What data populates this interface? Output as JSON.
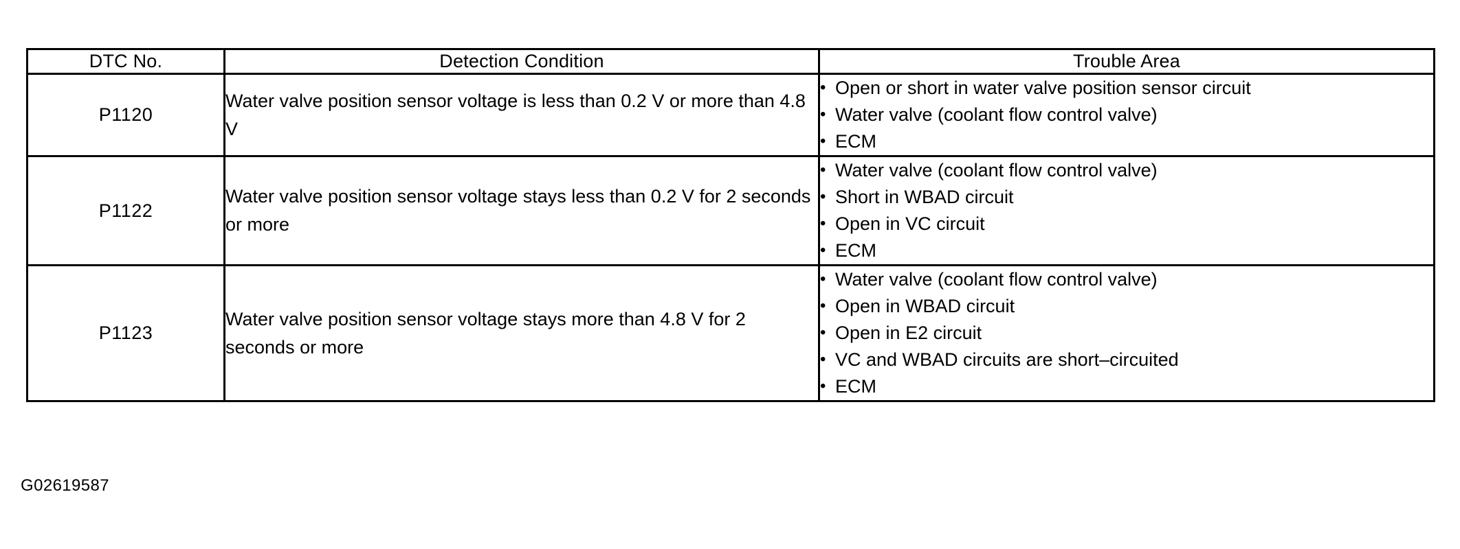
{
  "table": {
    "headers": {
      "dtc_no": "DTC No.",
      "detection_condition": "Detection Condition",
      "trouble_area": "Trouble Area"
    },
    "rows": [
      {
        "dtc_no": "P1120",
        "detection_condition": "Water valve position sensor voltage is less than 0.2 V or more than 4.8 V",
        "trouble_area": [
          "Open or short in water valve position sensor circuit",
          "Water valve (coolant flow control valve)",
          "ECM"
        ]
      },
      {
        "dtc_no": "P1122",
        "detection_condition": "Water valve position sensor voltage stays less than 0.2 V for 2 seconds or more",
        "trouble_area": [
          "Water valve (coolant flow control valve)",
          "Short in WBAD circuit",
          "Open in VC circuit",
          "ECM"
        ]
      },
      {
        "dtc_no": "P1123",
        "detection_condition": "Water valve position sensor voltage stays more than 4.8 V for 2 seconds or more",
        "trouble_area": [
          "Water valve (coolant flow control valve)",
          "Open in WBAD circuit",
          "Open in E2 circuit",
          "VC and WBAD circuits are short–circuited",
          "ECM"
        ]
      }
    ]
  },
  "figure_code": "G02619587"
}
